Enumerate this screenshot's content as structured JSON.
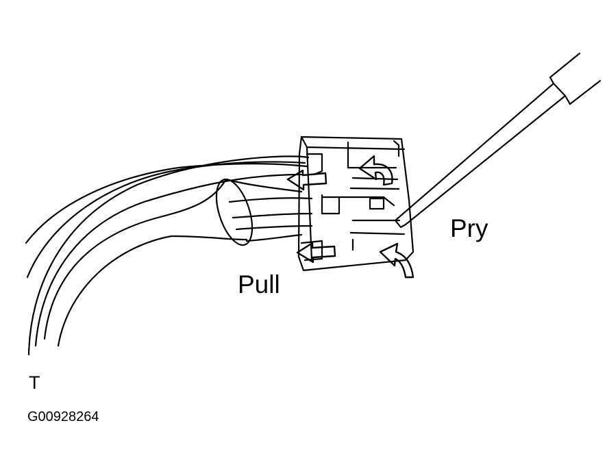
{
  "labels": {
    "pull": "Pull",
    "pry": "Pry",
    "terminal": "T",
    "figure_id": "G00928264"
  },
  "colors": {
    "line": "#000000",
    "background": "#ffffff"
  }
}
